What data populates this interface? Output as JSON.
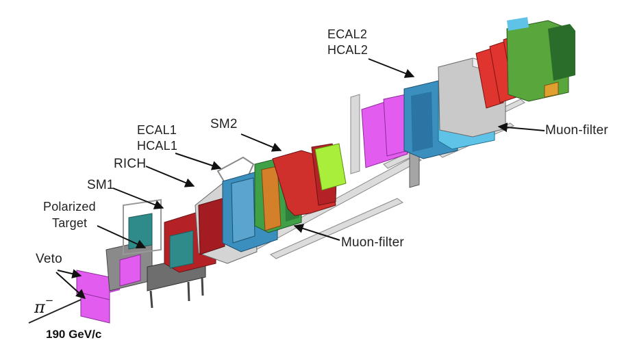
{
  "diagram": {
    "labels": {
      "ecal2": "ECAL2",
      "hcal2": "HCAL2",
      "muon_filter_top": "Muon-filter",
      "sm2": "SM2",
      "ecal1": "ECAL1",
      "hcal1": "HCAL1",
      "rich": "RICH",
      "sm1": "SM1",
      "polarized": "Polarized",
      "target": "Target",
      "muon_filter_mid": "Muon-filter",
      "veto": "Veto",
      "beam_particle": "π",
      "beam_charge": "−",
      "beam_energy": "190 GeV/c"
    },
    "colors": {
      "magenta": "#e35cf0",
      "dark_red": "#a31c22",
      "red": "#d0302c",
      "teal_blue": "#3a8fbf",
      "light_blue": "#5fc3e8",
      "grey": "#c9c9c9",
      "green": "#58a63c",
      "lime": "#a8ee3a",
      "orange": "#d4802a"
    }
  }
}
